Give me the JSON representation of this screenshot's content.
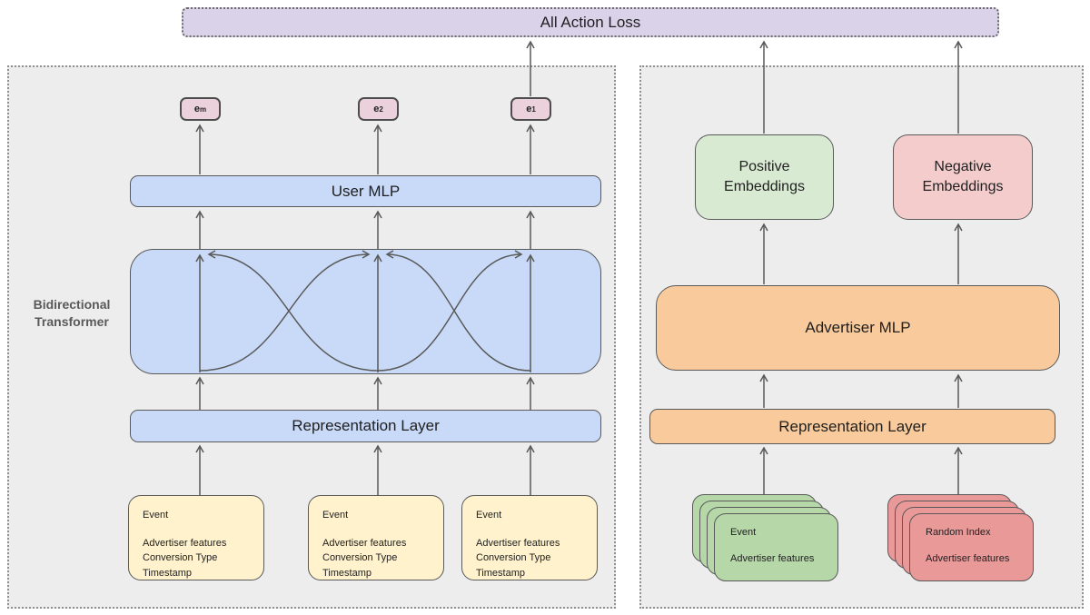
{
  "loss_box": {
    "label": "All Action Loss"
  },
  "colors": {
    "loss_fill": "#d9d2e9",
    "panel_fill": "#ededed",
    "blue_fill": "#c9daf8",
    "yellow_fill": "#fff2cc",
    "pink_embedding_fill": "#ead1dc",
    "green_fill": "#d9ead3",
    "red_fill": "#f4cccc",
    "orange_fill": "#f9cb9c",
    "green_stack_fill": "#b6d7a8",
    "red_stack_fill": "#ea9999",
    "arrow_stroke": "#595959",
    "border_stroke": "#595959"
  },
  "left_panel": {
    "transformer_label": "Bidirectional Transformer",
    "user_mlp_label": "User MLP",
    "representation_layer_label": "Representation Layer",
    "output_embeddings": [
      {
        "base": "e",
        "sub": "m"
      },
      {
        "base": "e",
        "sub": "2"
      },
      {
        "base": "e",
        "sub": "1"
      }
    ],
    "event_boxes": [
      {
        "title": "Event",
        "features": [
          "Advertiser features",
          "Conversion Type",
          "Timestamp"
        ]
      },
      {
        "title": "Event",
        "features": [
          "Advertiser features",
          "Conversion Type",
          "Timestamp"
        ]
      },
      {
        "title": "Event",
        "features": [
          "Advertiser features",
          "Conversion Type",
          "Timestamp"
        ]
      }
    ]
  },
  "right_panel": {
    "positive_embeddings_label": "Positive Embeddings",
    "negative_embeddings_label": "Negative Embeddings",
    "advertiser_mlp_label": "Advertiser MLP",
    "representation_layer_label": "Representation Layer",
    "positive_stack": {
      "title": "Event",
      "feature": "Advertiser features"
    },
    "negative_stack": {
      "title": "Random Index",
      "feature": "Advertiser features"
    }
  }
}
